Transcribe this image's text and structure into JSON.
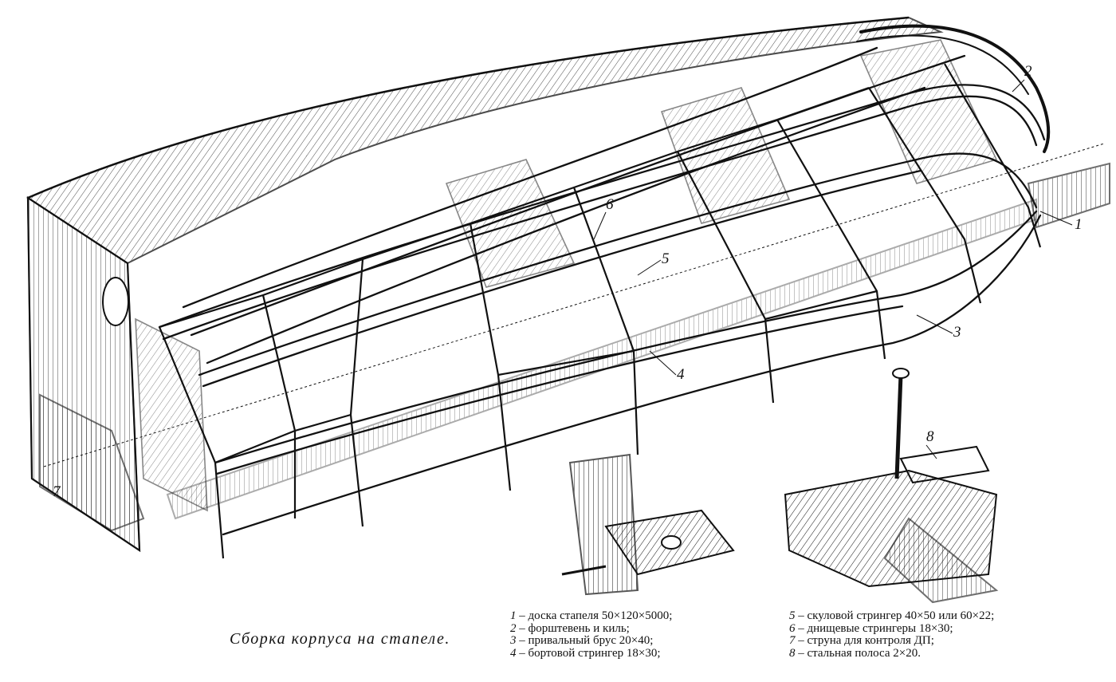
{
  "caption": "Сборка корпуса на стапеле.",
  "callouts": [
    "1",
    "2",
    "3",
    "4",
    "5",
    "6",
    "7",
    "8"
  ],
  "legend": [
    {
      "num": "1",
      "text": " – доска стапеля 50×120×5000;"
    },
    {
      "num": "2",
      "text": " – форштевень и киль;"
    },
    {
      "num": "3",
      "text": " – привальный брус 20×40;"
    },
    {
      "num": "4",
      "text": " – бортовой стрингер 18×30;"
    },
    {
      "num": "5",
      "text": " – скуловой стрингер  40×50 или 60×22;"
    },
    {
      "num": "6",
      "text": " – днищевые стрингеры 18×30;"
    },
    {
      "num": "7",
      "text": " – струна для контроля ДП;"
    },
    {
      "num": "8",
      "text": " – стальная полоса 2×20."
    }
  ],
  "colors": {
    "ink": "#111111",
    "paper": "#ffffff"
  }
}
